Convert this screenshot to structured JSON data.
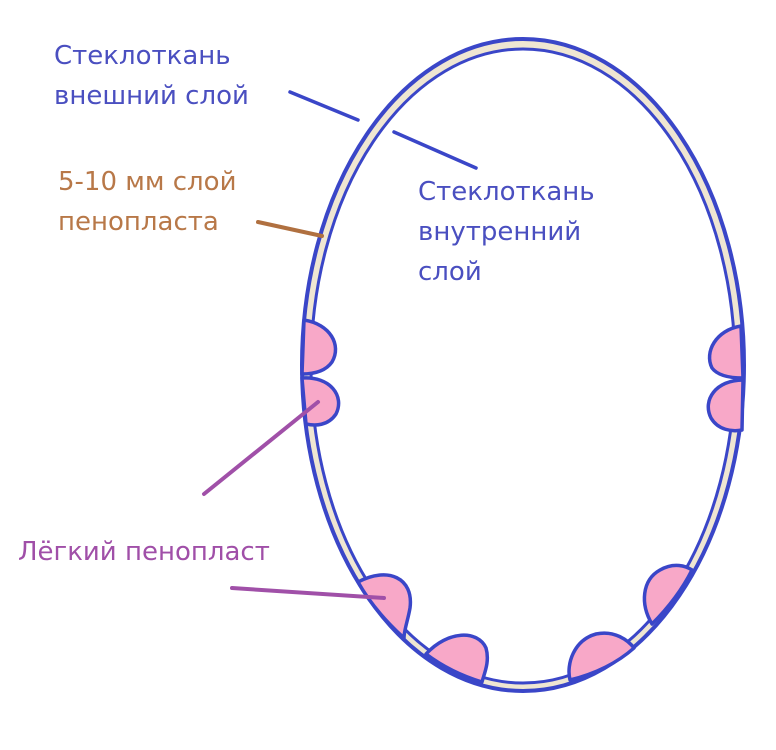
{
  "labels": {
    "outer_layer": [
      "Стеклоткань",
      "внешний слой"
    ],
    "inner_layer": [
      "Стеклоткань",
      "внутренний",
      "слой"
    ],
    "foam_layer": [
      "5-10 мм слой",
      "пенопласта"
    ],
    "light_foam": "Лёгкий пенопласт"
  },
  "colors": {
    "fiberglass": "#3a46c8",
    "foam_layer_fill": "#efe6d2",
    "light_foam_fill": "#f8a8c8",
    "label_fiberglass": "#4a4fc0",
    "label_foam_layer": "#b87848",
    "label_light_foam": "#a04fa8",
    "pointer_foam_layer": "#b07040",
    "pointer_light_foam": "#a050a8"
  }
}
